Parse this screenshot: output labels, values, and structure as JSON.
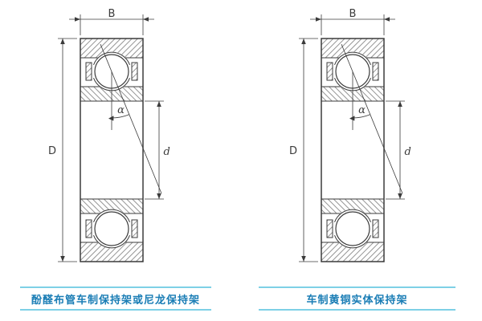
{
  "colors": {
    "line": "#3b3b3b",
    "caption_text": "#1a7db5",
    "caption_rule": "#7ed0e6"
  },
  "diagrams": [
    {
      "labels": {
        "width": "B",
        "outer_diameter": "D",
        "bore_diameter": "d",
        "contact_angle": "α"
      },
      "caption": "酚醛布管车制保持架或尼龙保持架"
    },
    {
      "labels": {
        "width": "B",
        "outer_diameter": "D",
        "bore_diameter": "d",
        "contact_angle": "α"
      },
      "caption": "车制黄铜实体保持架"
    }
  ]
}
